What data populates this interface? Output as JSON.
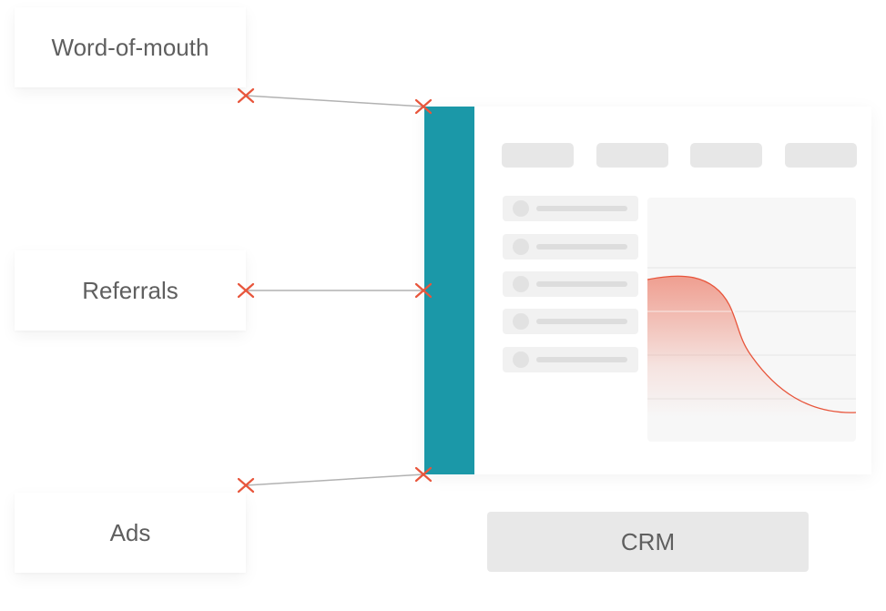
{
  "sources": [
    {
      "label": "Word-of-mouth"
    },
    {
      "label": "Referrals"
    },
    {
      "label": "Ads"
    }
  ],
  "crm": {
    "label": "CRM",
    "bar_color": "#1b98a8",
    "curve_color": "#e8553b",
    "marker_color": "#e8553b"
  },
  "connection_status": "broken"
}
